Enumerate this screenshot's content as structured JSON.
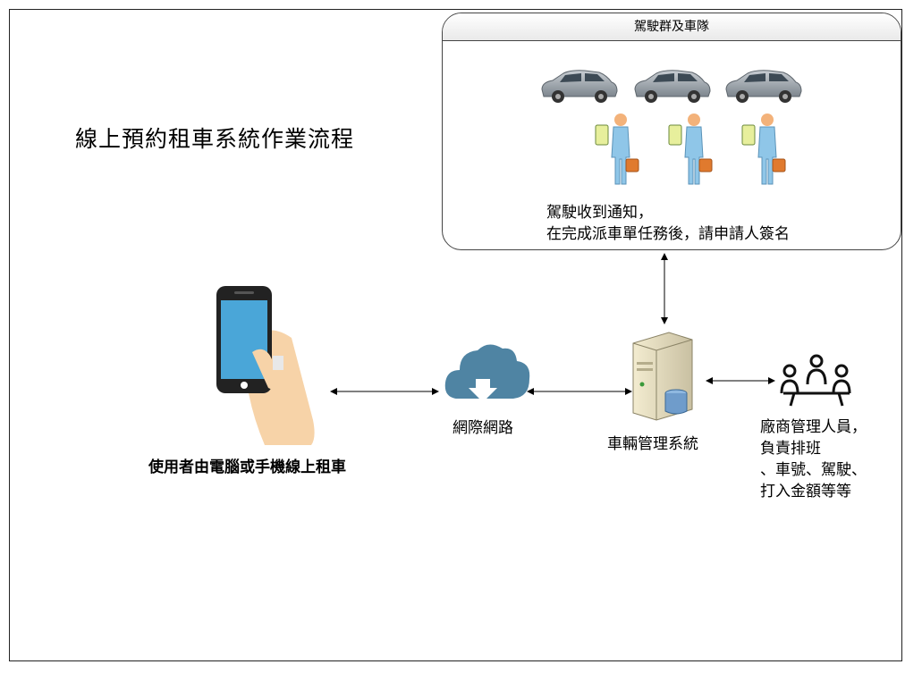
{
  "title": "線上預約租車系統作業流程",
  "driver_panel": {
    "header": "駕駛群及車隊",
    "note_line1": "駕駛收到通知，",
    "note_line2": "在完成派車單任務後，請申請人簽名"
  },
  "nodes": {
    "user_label": "使用者由電腦或手機線上租車",
    "network_label": "網際網路",
    "server_label": "車輛管理系統",
    "manager_line1": "廠商管理人員，",
    "manager_line2": "負責排班",
    "manager_line3": "、車號、駕駛、",
    "manager_line4": "打入金額等等"
  },
  "colors": {
    "phone_screen": "#4aa6d8",
    "cloud": "#4f84a3",
    "car": "#9aa3ab",
    "person": "#8fc6e8",
    "briefcase": "#e07a2e",
    "hand": "#f7d3a8"
  }
}
